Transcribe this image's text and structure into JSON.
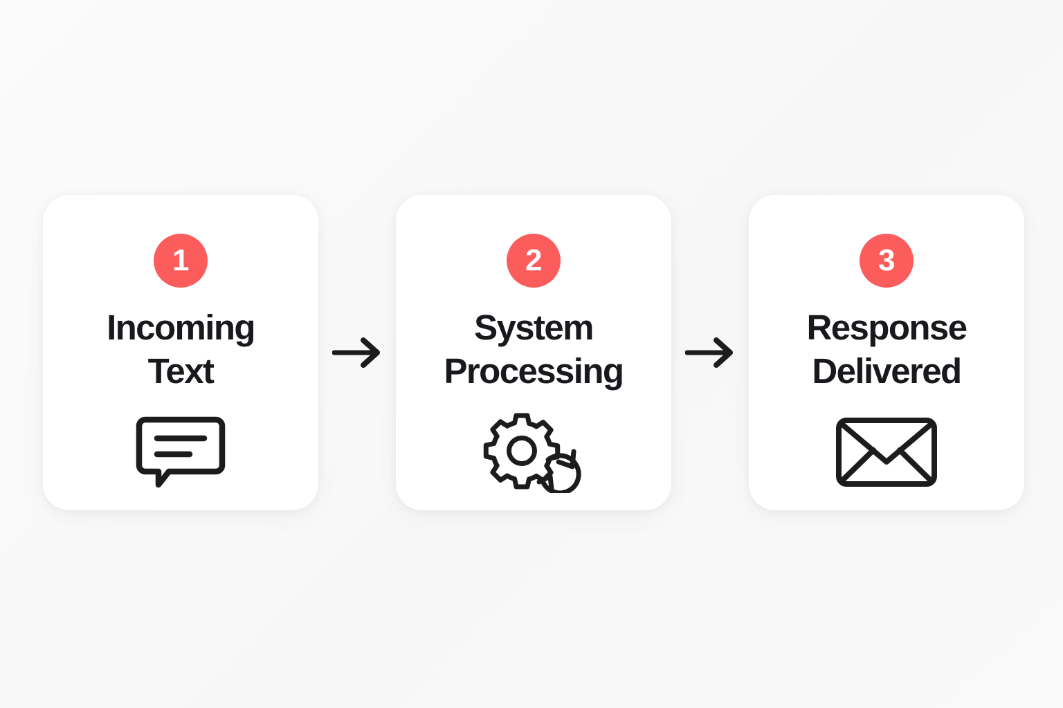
{
  "page": {
    "background_color": "#f8f8f8",
    "accent_color": "#fb5c5c",
    "text_color": "#19191d",
    "icon_stroke_color": "#1c1c1c",
    "card_color": "#ffffff"
  },
  "flow": {
    "steps": [
      {
        "number": "1",
        "title": "Incoming\nText",
        "title_line1": "Incoming",
        "title_line2": "Text",
        "icon": "chat-bubble-icon"
      },
      {
        "number": "2",
        "title": "System\nProcessing",
        "title_line1": "System",
        "title_line2": "Processing",
        "icon": "gear-refresh-icon"
      },
      {
        "number": "3",
        "title": "Response\nDelivered",
        "title_line1": "Response",
        "title_line2": "Delivered",
        "icon": "envelope-icon"
      }
    ],
    "connectors": [
      {
        "icon": "arrow-right-icon"
      },
      {
        "icon": "arrow-right-icon"
      }
    ]
  }
}
